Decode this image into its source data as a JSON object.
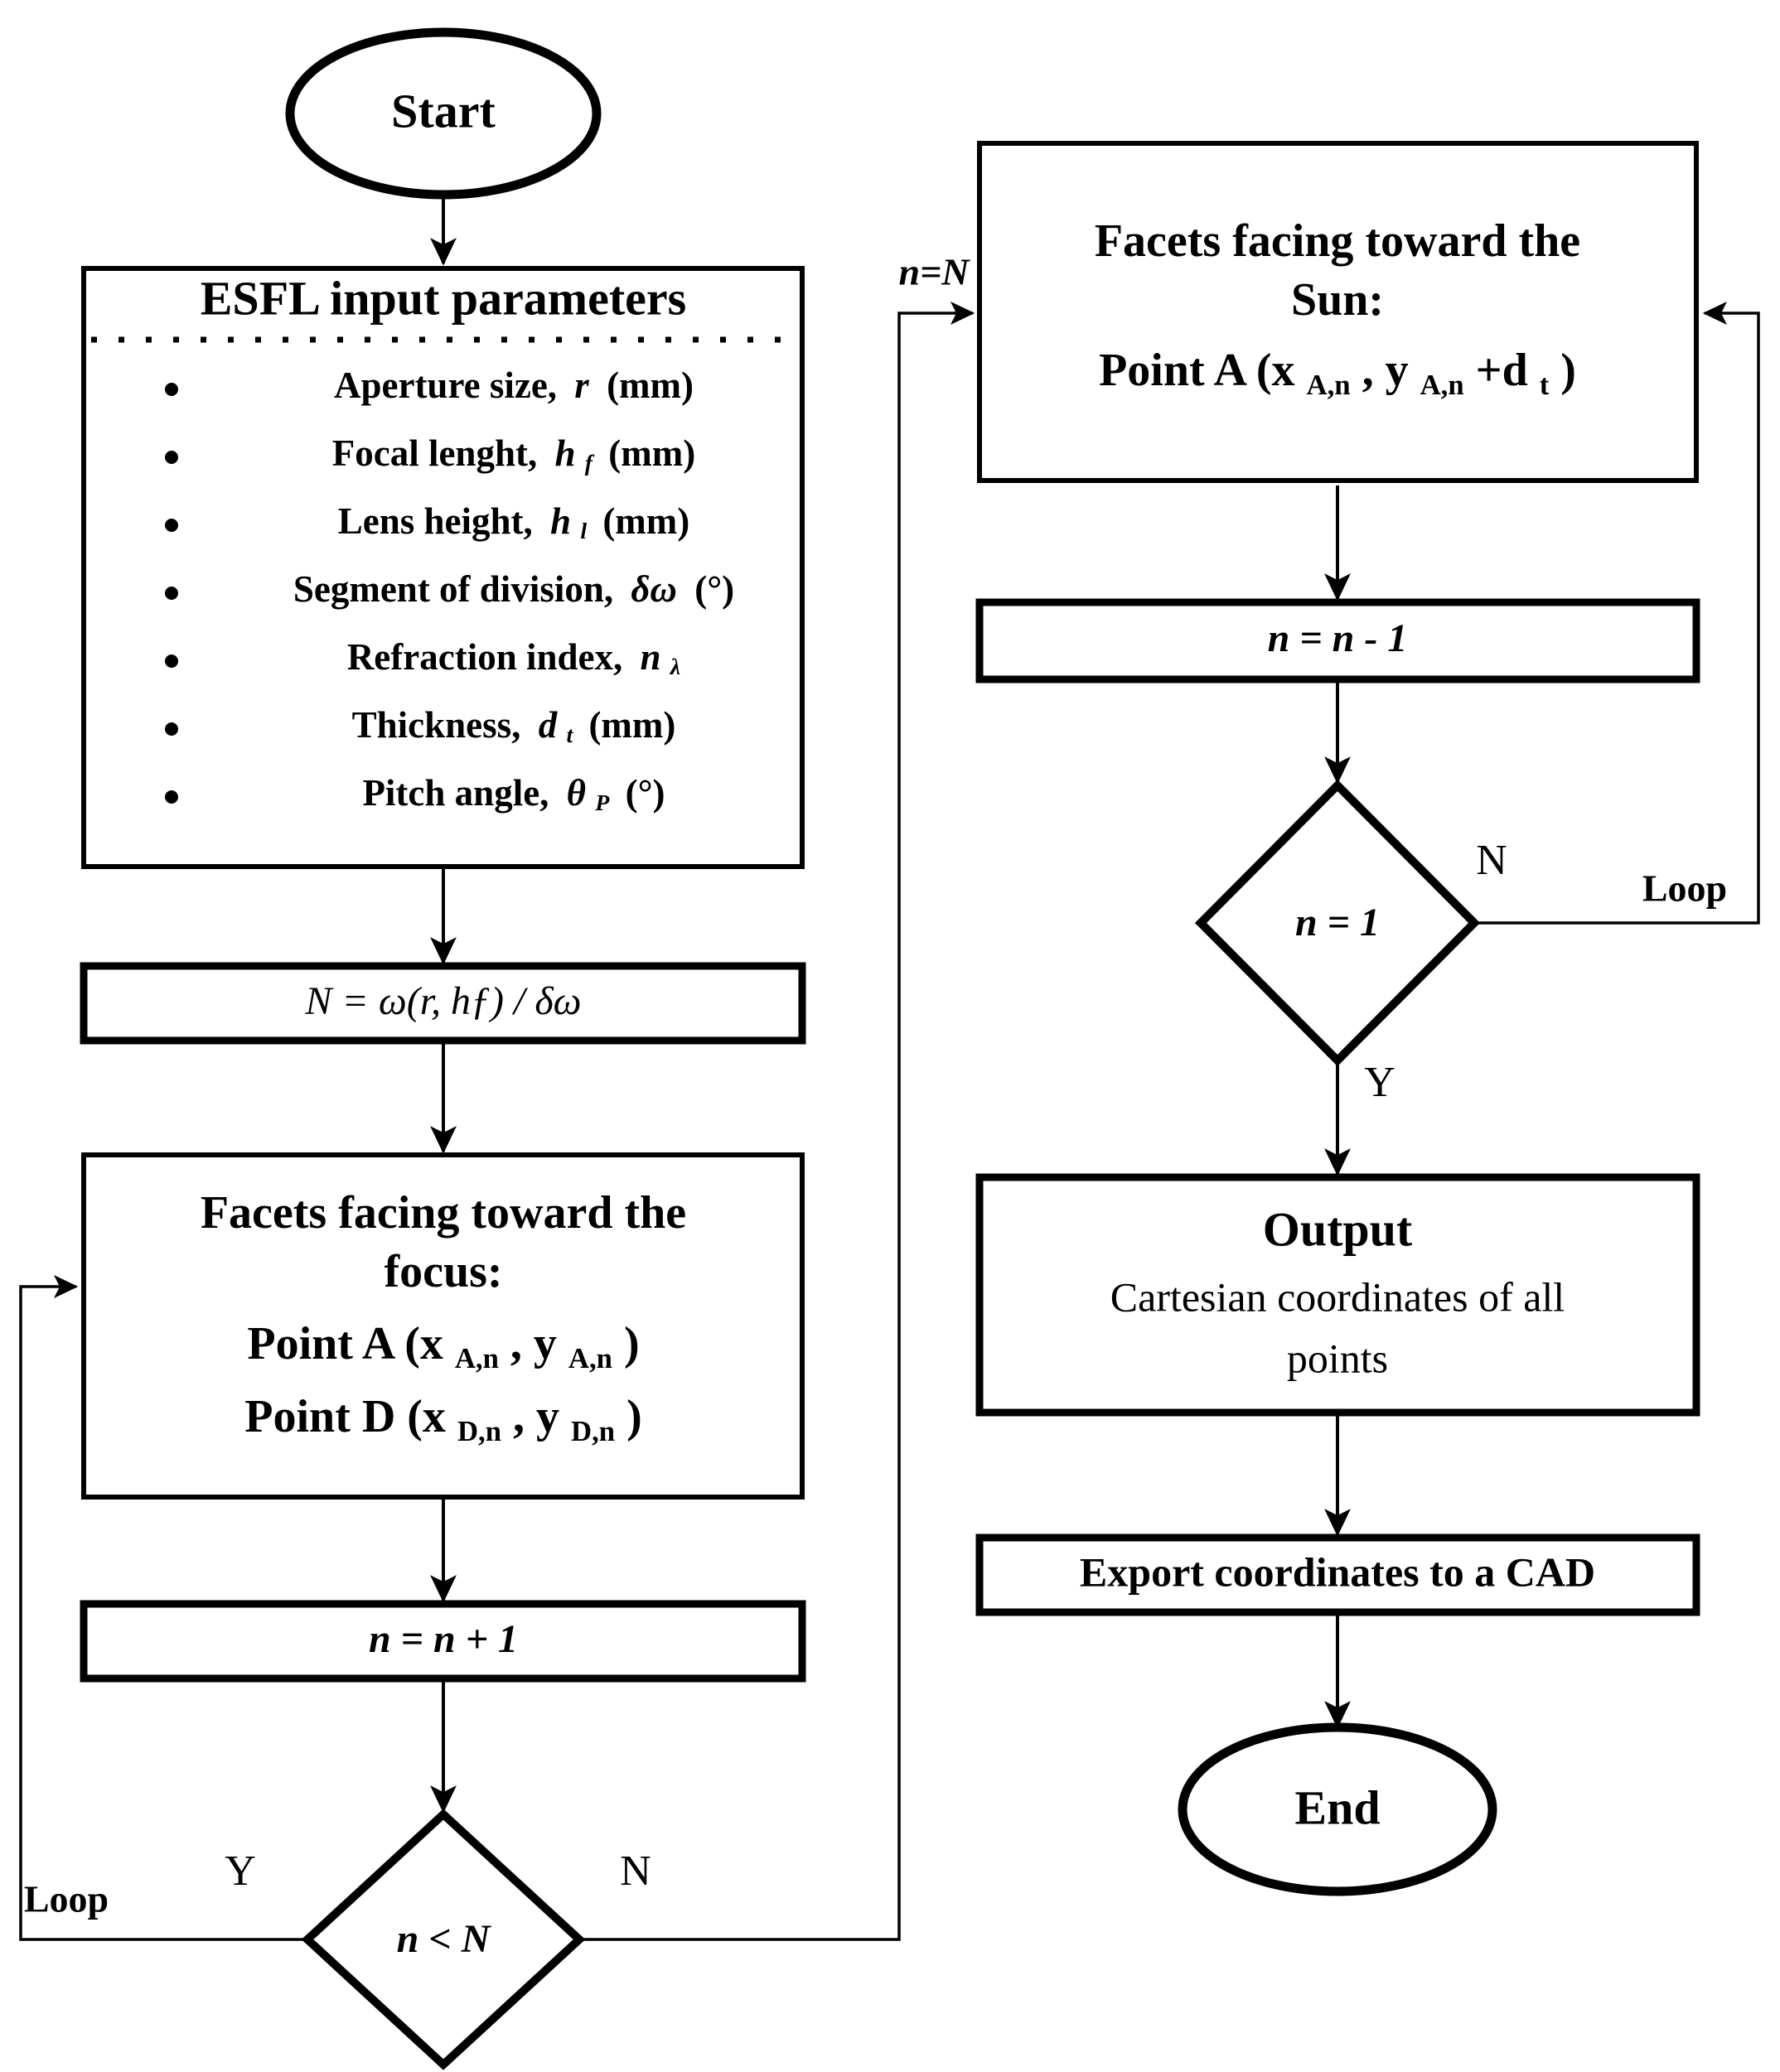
{
  "diagram": {
    "title": "ESFL facet generation flowchart",
    "colors": {
      "stroke": "#000000",
      "fill": "#ffffff",
      "text": "#000000"
    }
  },
  "nodes": {
    "start": {
      "label": "Start",
      "shape": "ellipse"
    },
    "esfl_input": {
      "heading": "ESFL input parameters",
      "shape": "process",
      "bullets": [
        {
          "name": "Aperture size,",
          "sym": "r",
          "sub": "",
          "unit": "(mm)"
        },
        {
          "name": "Focal lenght,",
          "sym": "h",
          "sub": "f",
          "unit": "(mm)"
        },
        {
          "name": "Lens height,",
          "sym": "h",
          "sub": "l",
          "unit": "(mm)"
        },
        {
          "name": "Segment of division,",
          "sym": "δω",
          "sub": "",
          "unit": "(°)"
        },
        {
          "name": "Refraction index,",
          "sym": "n",
          "sub": "λ",
          "unit": ""
        },
        {
          "name": "Thickness,",
          "sym": "d",
          "sub": "t",
          "unit": "(mm)"
        },
        {
          "name": "Pitch angle,",
          "sym": "θ",
          "sub": "P",
          "unit": "(°)"
        }
      ]
    },
    "n_calc": {
      "label": "N =  ω(r, hƒ) / δω",
      "shape": "process"
    },
    "facets_focus": {
      "line1": "Facets facing toward the",
      "line2": "focus:",
      "line3_prefix": "Point A (x",
      "line3_sub1": "A,n",
      "line3_mid": ", y",
      "line3_sub2": "A,n",
      "line3_suffix": ")",
      "line4_prefix": "Point D (x",
      "line4_sub1": "D,n",
      "line4_mid": ", y",
      "line4_sub2": "D,n",
      "line4_suffix": ")",
      "shape": "process"
    },
    "n_plus": {
      "label": "n = n + 1",
      "shape": "process"
    },
    "dec_n_lt_N": {
      "label": "n < N",
      "shape": "decision"
    },
    "facets_sun": {
      "line1": "Facets facing toward the",
      "line2": "Sun:",
      "line3_prefix": "Point A (x",
      "line3_sub1": "A,n",
      "line3_mid": ", y",
      "line3_sub2": "A,n",
      "line3_plus": "+d",
      "line3_sub3": "t",
      "line3_suffix": ")",
      "shape": "process"
    },
    "n_minus": {
      "label": "n = n - 1",
      "shape": "process"
    },
    "dec_n_eq_1": {
      "label": "n = 1",
      "shape": "decision"
    },
    "output": {
      "heading": "Output",
      "line1": "Cartesian coordinates of all",
      "line2": "points",
      "shape": "process"
    },
    "export_cad": {
      "label": "Export coordinates to a CAD",
      "shape": "process"
    },
    "end": {
      "label": "End",
      "shape": "ellipse"
    }
  },
  "edge_labels": {
    "left_loop": "Loop",
    "left_yes": "Y",
    "left_no": "N",
    "n_equals_N": "n=N",
    "right_no": "N",
    "right_loop": "Loop",
    "right_yes": "Y"
  }
}
